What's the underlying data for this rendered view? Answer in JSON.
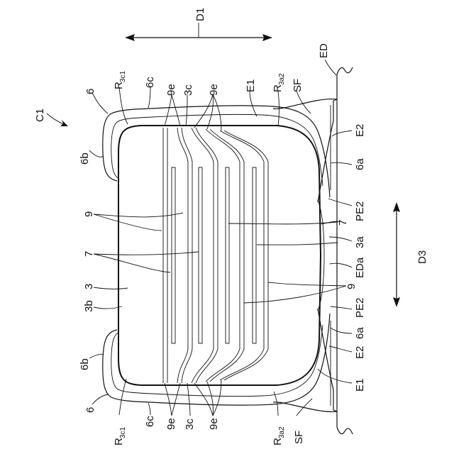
{
  "labels": {
    "C1": "C1",
    "D1": "D1",
    "D3": "D3",
    "ED": "ED",
    "EDa": "EDa",
    "SF": "SF",
    "E1": "E1",
    "E2": "E2",
    "PE2": "PE2",
    "n3": "3",
    "n3a": "3a",
    "n3b": "3b",
    "n3c": "3c",
    "n6": "6",
    "n6a": "6a",
    "n6b": "6b",
    "n6c": "6c",
    "n7": "7",
    "n9": "9",
    "n9e": "9e",
    "R": "R",
    "sub3c1": "3c1",
    "sub3a2": "3a2"
  }
}
